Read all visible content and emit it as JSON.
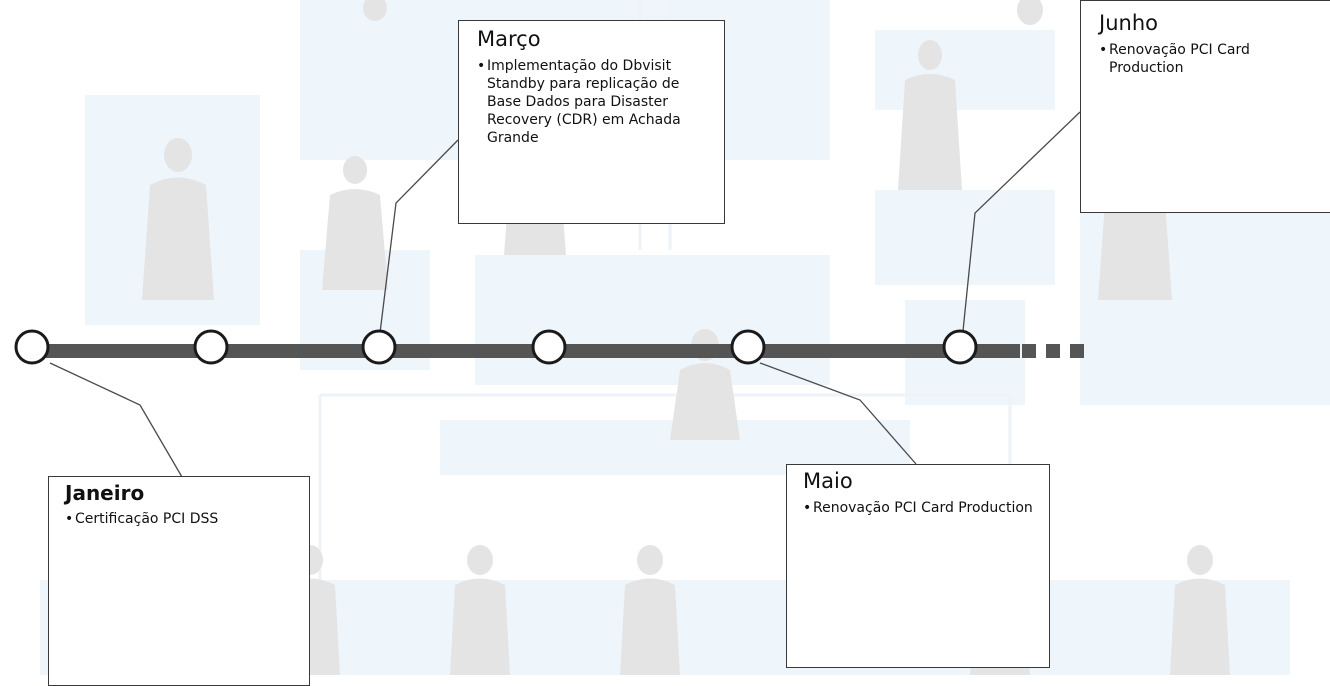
{
  "timeline": {
    "events": [
      {
        "month": "Janeiro",
        "items": [
          "Certificação PCI DSS"
        ]
      },
      {
        "month": "Março",
        "items": [
          "Implementação do Dbvisit Standby para replicação de Base Dados para Disaster Recovery (CDR) em Achada Grande"
        ]
      },
      {
        "month": "Maio",
        "items": [
          "Renovação PCI Card Production"
        ]
      },
      {
        "month": "Junho",
        "items": [
          "Renovação PCI Card Production"
        ]
      }
    ],
    "colors": {
      "axis": "#555555",
      "node_fill": "#ffffff",
      "node_stroke": "#1a1a1a",
      "connector": "#4a4a4a",
      "background_tint": "#eef4fa"
    }
  }
}
